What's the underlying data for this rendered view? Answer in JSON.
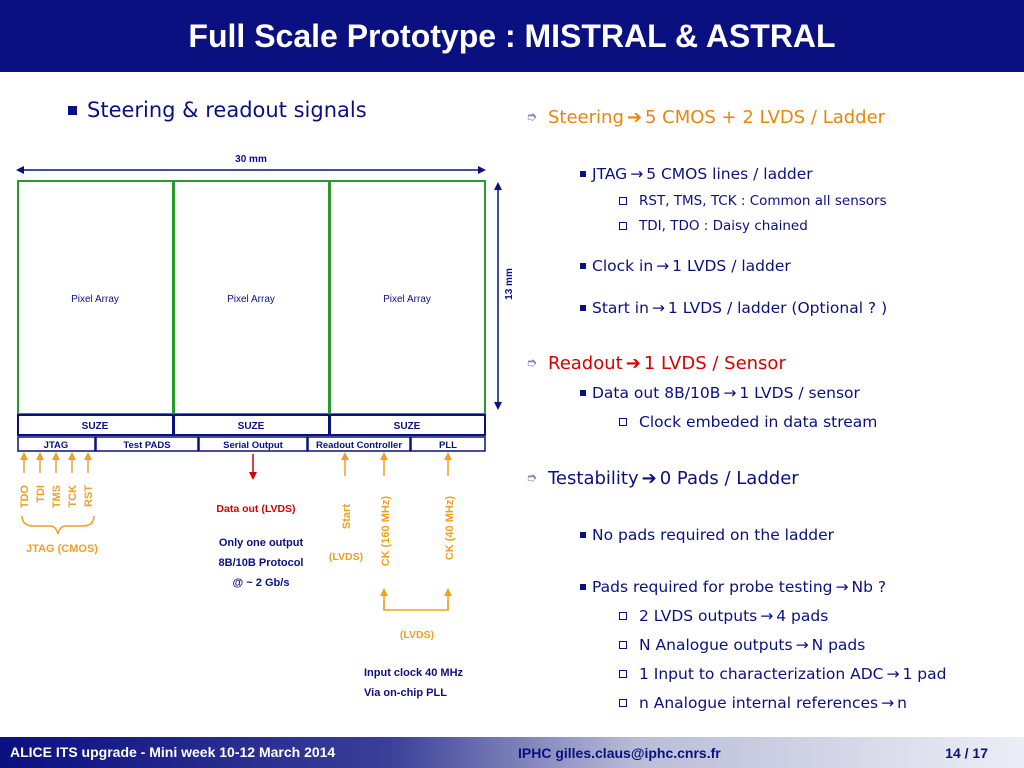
{
  "title": "Full Scale Prototype : MISTRAL & ASTRAL",
  "left_heading": "Steering & readout signals",
  "diagram": {
    "width_label": "30 mm",
    "height_label": "13 mm",
    "pixel_arrays": [
      "Pixel Array",
      "Pixel Array",
      "Pixel Array"
    ],
    "suze": [
      "SUZE",
      "SUZE",
      "SUZE"
    ],
    "periphery": [
      "JTAG",
      "Test PADS",
      "Serial Output",
      "Readout Controller",
      "PLL"
    ],
    "jtag_signals": [
      "TDO",
      "TDI",
      "TMS",
      "TCK",
      "RST"
    ],
    "jtag_group_label": "JTAG (CMOS)",
    "data_out_label": "Data out (LVDS)",
    "output_notes": [
      "Only one output",
      "8B/10B  Protocol",
      "@ ~ 2 Gb/s"
    ],
    "start_label": "Start",
    "start_lvds": "(LVDS)",
    "ck160": "CK (160 MHz)",
    "ck40": "CK (40 MHz)",
    "clock_lvds": "(LVDS)",
    "input_clock_notes": [
      "Input clock 40 MHz",
      "Via on-chip PLL"
    ]
  },
  "right": {
    "steering": {
      "label": "Steering",
      "value": "5 CMOS + 2 LVDS / Ladder"
    },
    "jtag": {
      "label": "JTAG",
      "value": "5 CMOS lines / ladder"
    },
    "jtag_sub": [
      "RST, TMS, TCK : Common all sensors",
      "TDI, TDO : Daisy chained"
    ],
    "clock": {
      "label": "Clock in",
      "value": "1 LVDS / ladder"
    },
    "start": {
      "label": "Start  in",
      "value": "1 LVDS / ladder (Optional ? )"
    },
    "readout": {
      "label": "Readout",
      "value": "1 LVDS / Sensor"
    },
    "data_out": {
      "label": "Data out 8B/10B",
      "value": "1 LVDS / sensor"
    },
    "data_out_sub": "Clock embeded in data stream",
    "testability": {
      "label": "Testability",
      "value": "0 Pads / Ladder"
    },
    "no_pads": "No pads required on the ladder",
    "pads_required": {
      "label": "Pads required for probe testing",
      "value": "Nb ?"
    },
    "pads_sub": [
      {
        "label": "2 LVDS outputs",
        "value": "4 pads"
      },
      {
        "label": "N Analogue outputs",
        "value": " N pads"
      },
      {
        "label": "1 Input to characterization ADC",
        "value": "1 pad"
      },
      {
        "label": "n Analogue internal references",
        "value": "n"
      }
    ]
  },
  "footer": {
    "left": "ALICE ITS upgrade - Mini week 10-12 March 2014",
    "center": "IPHC  gilles.claus@iphc.cnrs.fr",
    "page": "14 / 17"
  },
  "colors": {
    "navy": "#0b1080",
    "green": "#2a9a2a",
    "orange": "#f0a020",
    "red": "#d60000",
    "steering_orange": "#e8850c"
  }
}
